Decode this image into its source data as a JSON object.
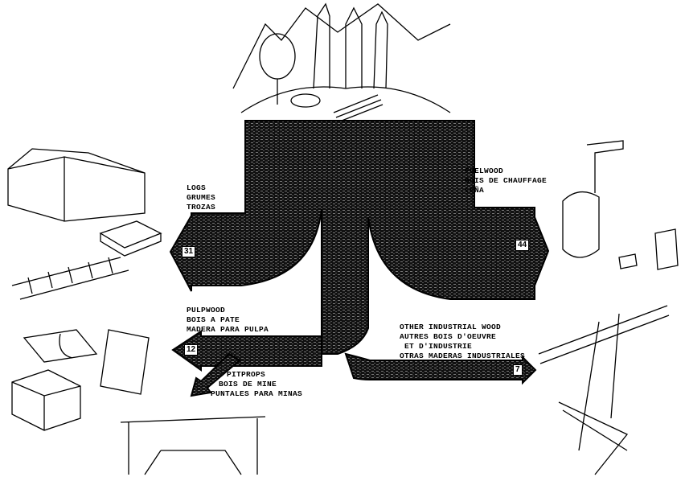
{
  "flows": [
    {
      "id": "logs",
      "lines": [
        "LOGS",
        "GRUMES",
        "TROZAS"
      ],
      "value": "31"
    },
    {
      "id": "fuelwood",
      "lines": [
        "FUELWOOD",
        "BOIS DE CHAUFFAGE",
        "LEÑA"
      ],
      "value": "44"
    },
    {
      "id": "pulpwood",
      "lines": [
        "PULPWOOD",
        "BOIS A PATE",
        "MADERA PARA PULPA"
      ],
      "value": "12"
    },
    {
      "id": "pitprops",
      "lines": [
        "PITPROPS",
        "BOIS DE MINE",
        "PUNTALES PARA MINAS"
      ]
    },
    {
      "id": "other",
      "lines": [
        "OTHER INDUSTRIAL WOOD",
        "AUTRES BOIS D'OEUVRE",
        "ET D'INDUSTRIE",
        "OTRAS MADERAS INDUSTRIALES"
      ],
      "value": "7"
    }
  ],
  "colors": {
    "flow": "#111111",
    "background": "#ffffff"
  }
}
